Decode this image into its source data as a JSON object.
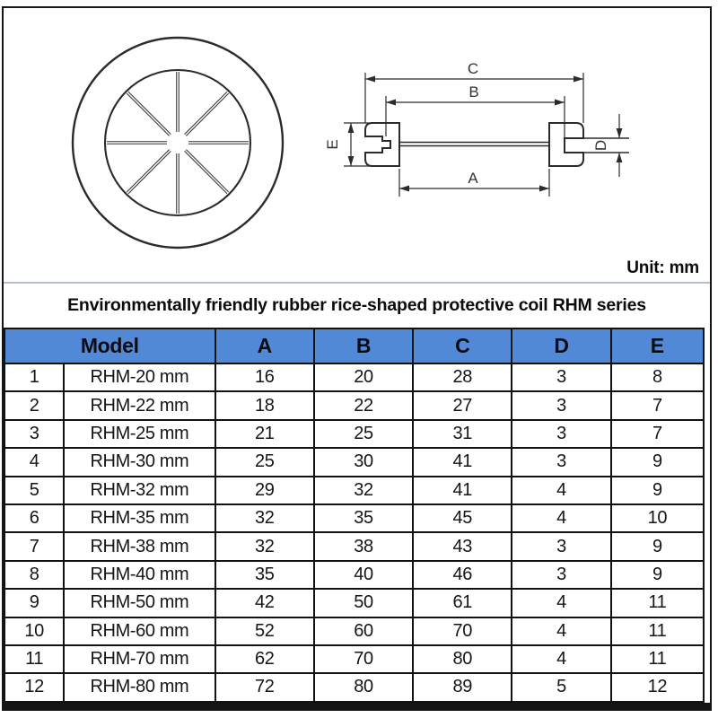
{
  "unit_label": "Unit: mm",
  "title": "Environmentally friendly rubber rice-shaped protective coil RHM series",
  "diagram": {
    "dim_labels": {
      "A": "A",
      "B": "B",
      "C": "C",
      "D": "D",
      "E": "E"
    }
  },
  "table": {
    "header": {
      "model": "Model",
      "cols": [
        "A",
        "B",
        "C",
        "D",
        "E"
      ]
    },
    "rows": [
      {
        "no": "1",
        "model": "RHM-20 mm",
        "A": "16",
        "B": "20",
        "C": "28",
        "D": "3",
        "E": "8"
      },
      {
        "no": "2",
        "model": "RHM-22 mm",
        "A": "18",
        "B": "22",
        "C": "27",
        "D": "3",
        "E": "7"
      },
      {
        "no": "3",
        "model": "RHM-25 mm",
        "A": "21",
        "B": "25",
        "C": "31",
        "D": "3",
        "E": "7"
      },
      {
        "no": "4",
        "model": "RHM-30 mm",
        "A": "25",
        "B": "30",
        "C": "41",
        "D": "3",
        "E": "9"
      },
      {
        "no": "5",
        "model": "RHM-32 mm",
        "A": "29",
        "B": "32",
        "C": "41",
        "D": "4",
        "E": "9"
      },
      {
        "no": "6",
        "model": "RHM-35 mm",
        "A": "32",
        "B": "35",
        "C": "45",
        "D": "4",
        "E": "10"
      },
      {
        "no": "7",
        "model": "RHM-38 mm",
        "A": "32",
        "B": "38",
        "C": "43",
        "D": "3",
        "E": "9"
      },
      {
        "no": "8",
        "model": "RHM-40 mm",
        "A": "35",
        "B": "40",
        "C": "46",
        "D": "3",
        "E": "9"
      },
      {
        "no": "9",
        "model": "RHM-50 mm",
        "A": "42",
        "B": "50",
        "C": "61",
        "D": "4",
        "E": "11"
      },
      {
        "no": "10",
        "model": "RHM-60 mm",
        "A": "52",
        "B": "60",
        "C": "70",
        "D": "4",
        "E": "11"
      },
      {
        "no": "11",
        "model": "RHM-70 mm",
        "A": "62",
        "B": "70",
        "C": "80",
        "D": "4",
        "E": "11"
      },
      {
        "no": "12",
        "model": "RHM-80 mm",
        "A": "72",
        "B": "80",
        "C": "89",
        "D": "5",
        "E": "12"
      }
    ]
  },
  "colors": {
    "header_bg": "#5289d6",
    "line": "#2b2b2b",
    "divider": "#b3bfcf"
  }
}
